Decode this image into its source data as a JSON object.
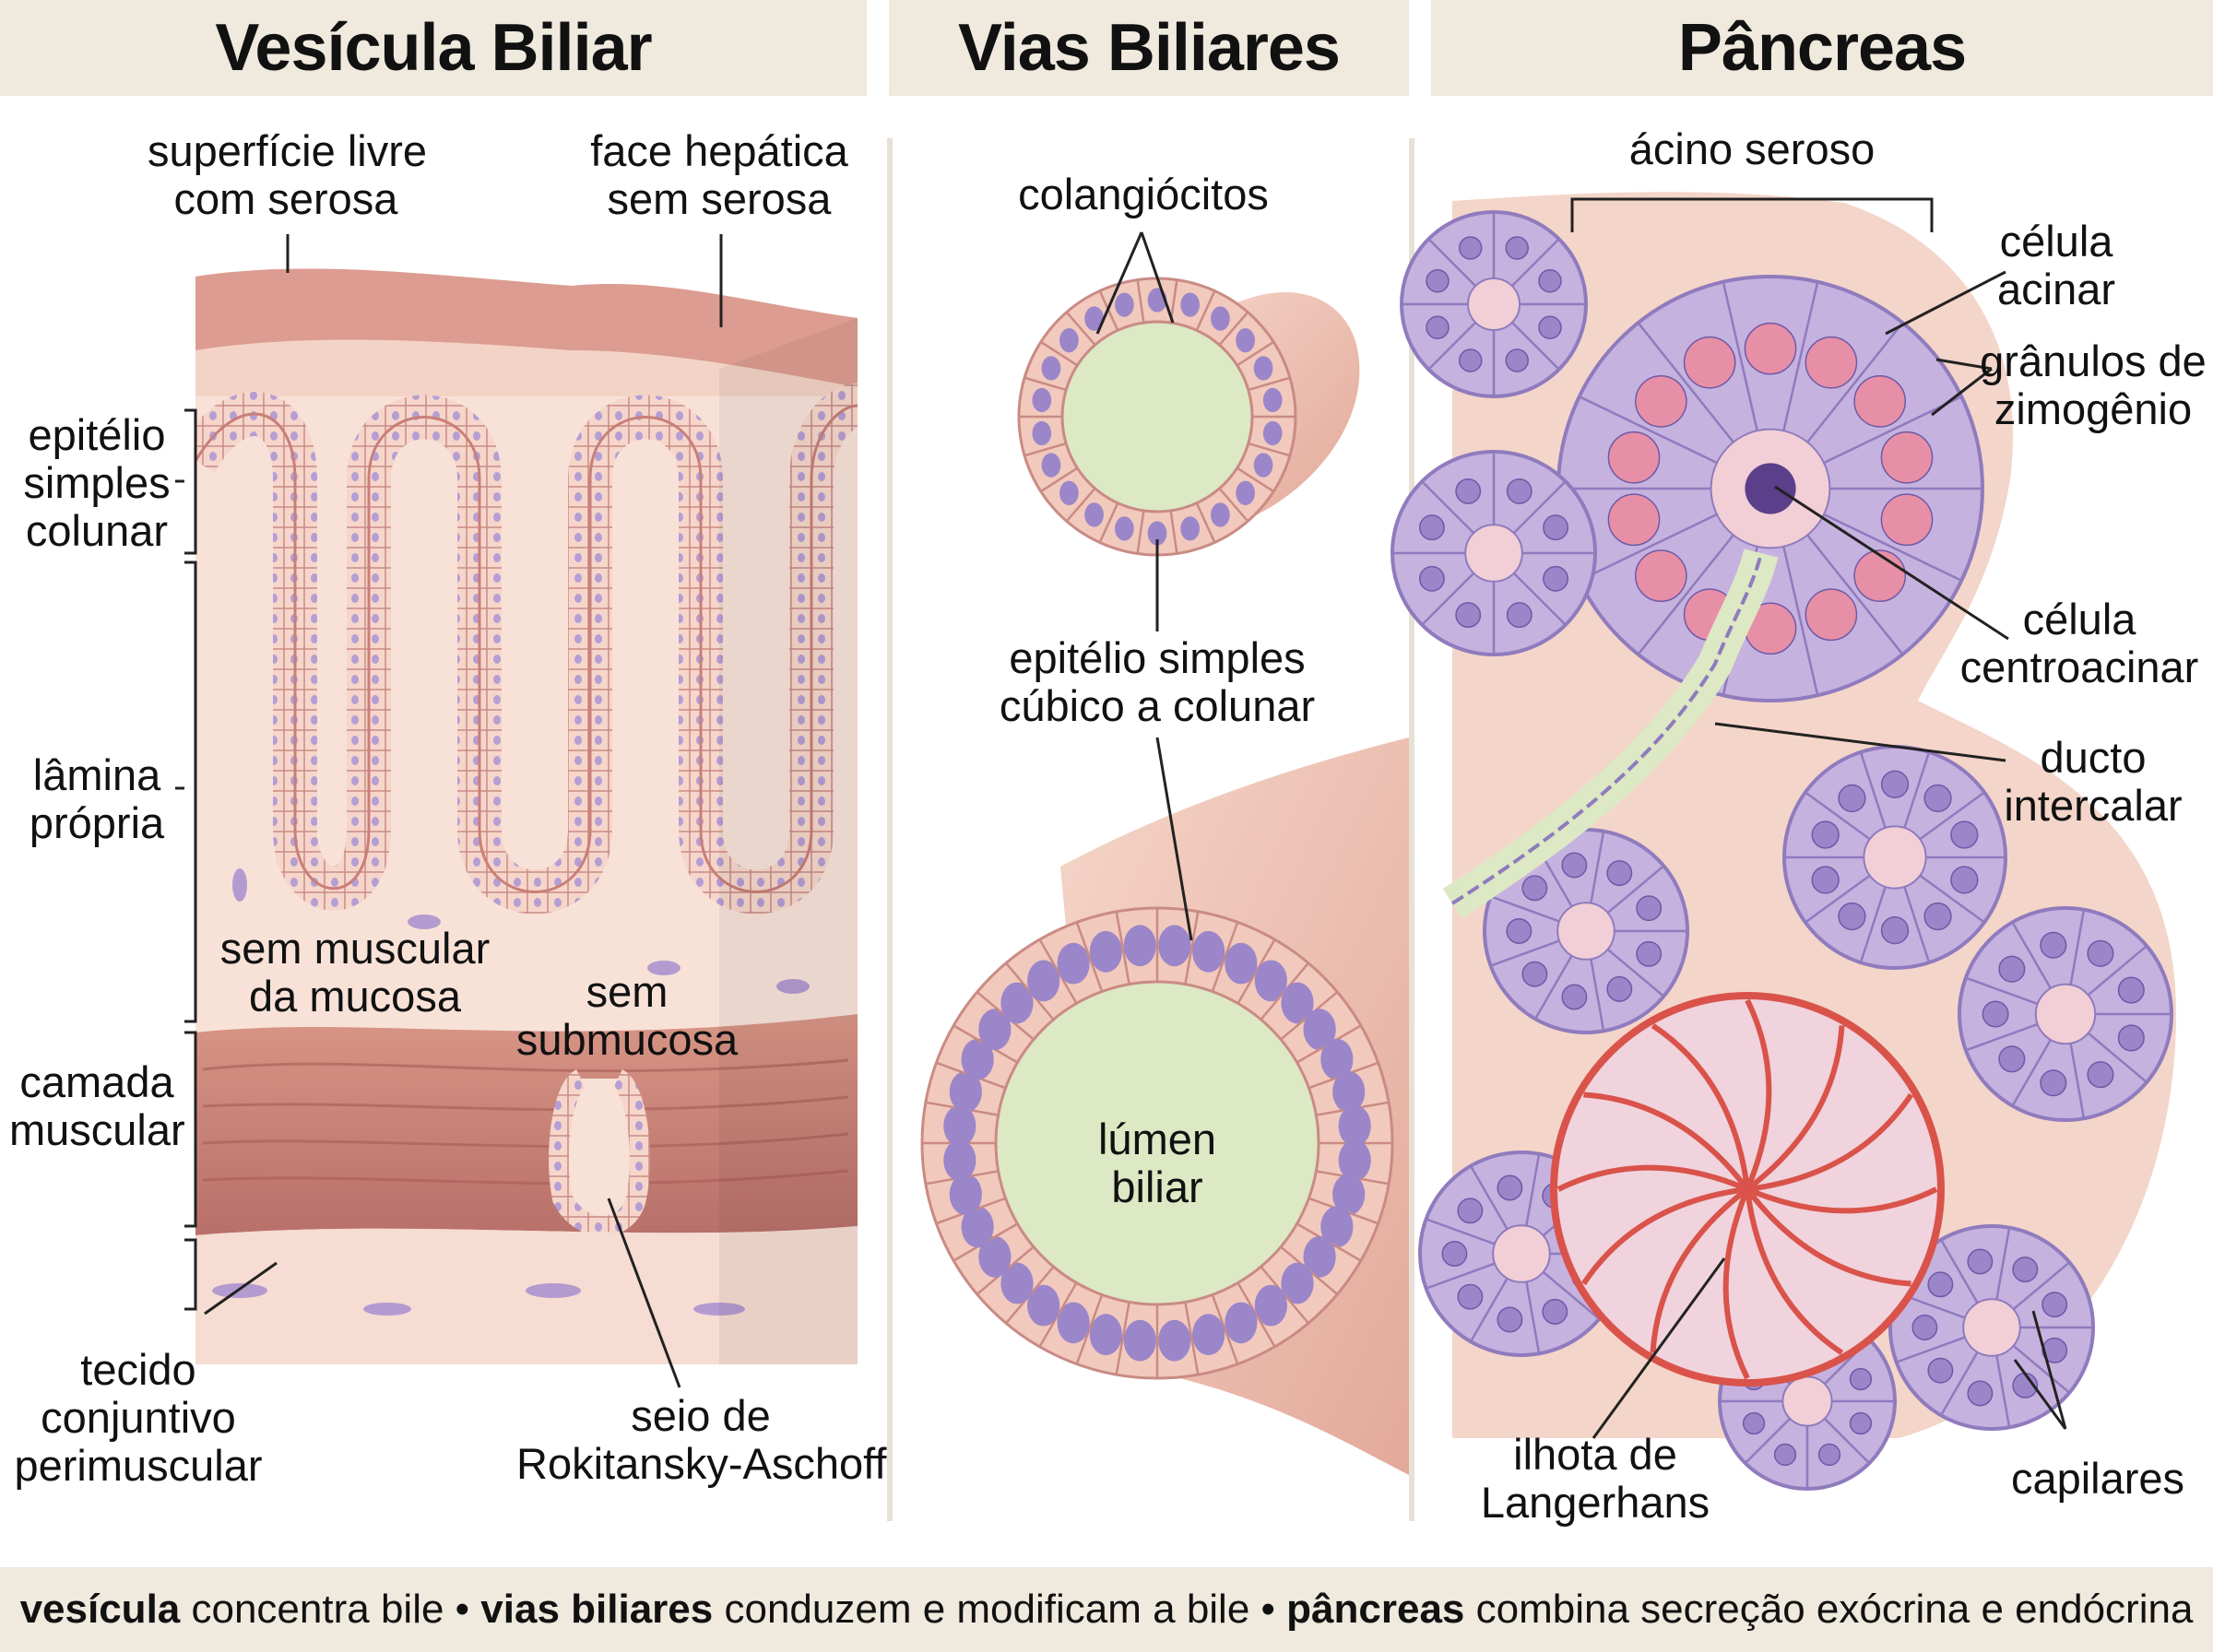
{
  "headers": {
    "gallbladder": "Vesícula Biliar",
    "bile_ducts": "Vias Biliares",
    "pancreas": "Pâncreas"
  },
  "gallbladder": {
    "free_surface": [
      "superfície livre",
      "com serosa"
    ],
    "hepatic_face": [
      "face hepática",
      "sem serosa"
    ],
    "epithelium": [
      "epitélio",
      "simples",
      "colunar"
    ],
    "lamina_propria": [
      "lâmina",
      "própria"
    ],
    "no_muscularis_mucosae": [
      "sem muscular",
      "da mucosa"
    ],
    "no_submucosa": [
      "sem",
      "submucosa"
    ],
    "muscular_layer": [
      "camada",
      "muscular"
    ],
    "perimuscular_tissue": [
      "tecido",
      "conjuntivo",
      "perimuscular"
    ],
    "rokitansky_sinus": [
      "seio de",
      "Rokitansky-Aschoff"
    ]
  },
  "bile_ducts": {
    "cholangiocytes": "colangiócitos",
    "epithelium": [
      "epitélio simples",
      "cúbico a colunar"
    ],
    "lumen": [
      "lúmen",
      "biliar"
    ]
  },
  "pancreas": {
    "serous_acinus": "ácino seroso",
    "acinar_cell": [
      "célula",
      "acinar"
    ],
    "zymogen_granules": [
      "grânulos de",
      "zimogênio"
    ],
    "centroacinar_cell": [
      "célula",
      "centroacinar"
    ],
    "intercalated_duct": [
      "ducto",
      "intercalar"
    ],
    "islet": [
      "ilhota de",
      "Langerhans"
    ],
    "capillaries": "capilares"
  },
  "footer": {
    "part1_bold": "vesícula",
    "part1": " concentra bile • ",
    "part2_bold": "vias biliares",
    "part2": " conduzem e modificam a bile • ",
    "part3_bold": "pâncreas",
    "part3": " combina secreção exócrina e endócrina"
  },
  "colors": {
    "tissue_pink": "#f2c9bd",
    "muscle": "#c9857a",
    "nucleus": "#9b86c9",
    "lumen_green": "#dde8c4",
    "acinar_purple": "#b7a2d6",
    "capillary_red": "#d9534a",
    "header_bg": "#efe9de"
  }
}
